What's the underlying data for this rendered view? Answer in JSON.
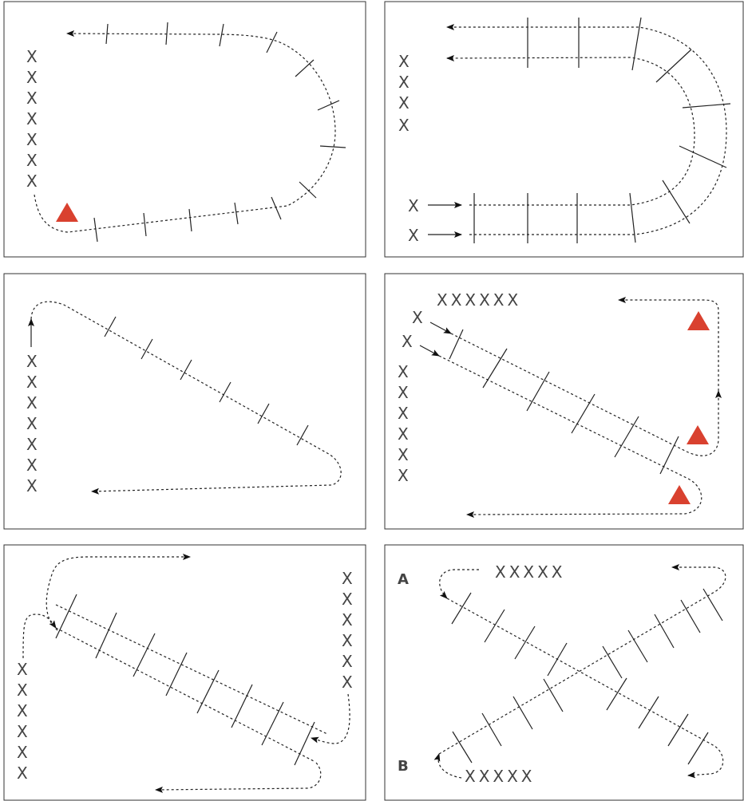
{
  "marker": {
    "x": "X",
    "x_row_6": "XXXXXX",
    "x_row_5": "XXXXX",
    "a": "A",
    "b": "B"
  },
  "colors": {
    "cone": "#d9412f",
    "line": "#222222",
    "text": "#444444",
    "frame": "#333333"
  },
  "icons": {
    "cone": "red-triangle-cone-icon",
    "arrow": "arrowhead-icon"
  }
}
